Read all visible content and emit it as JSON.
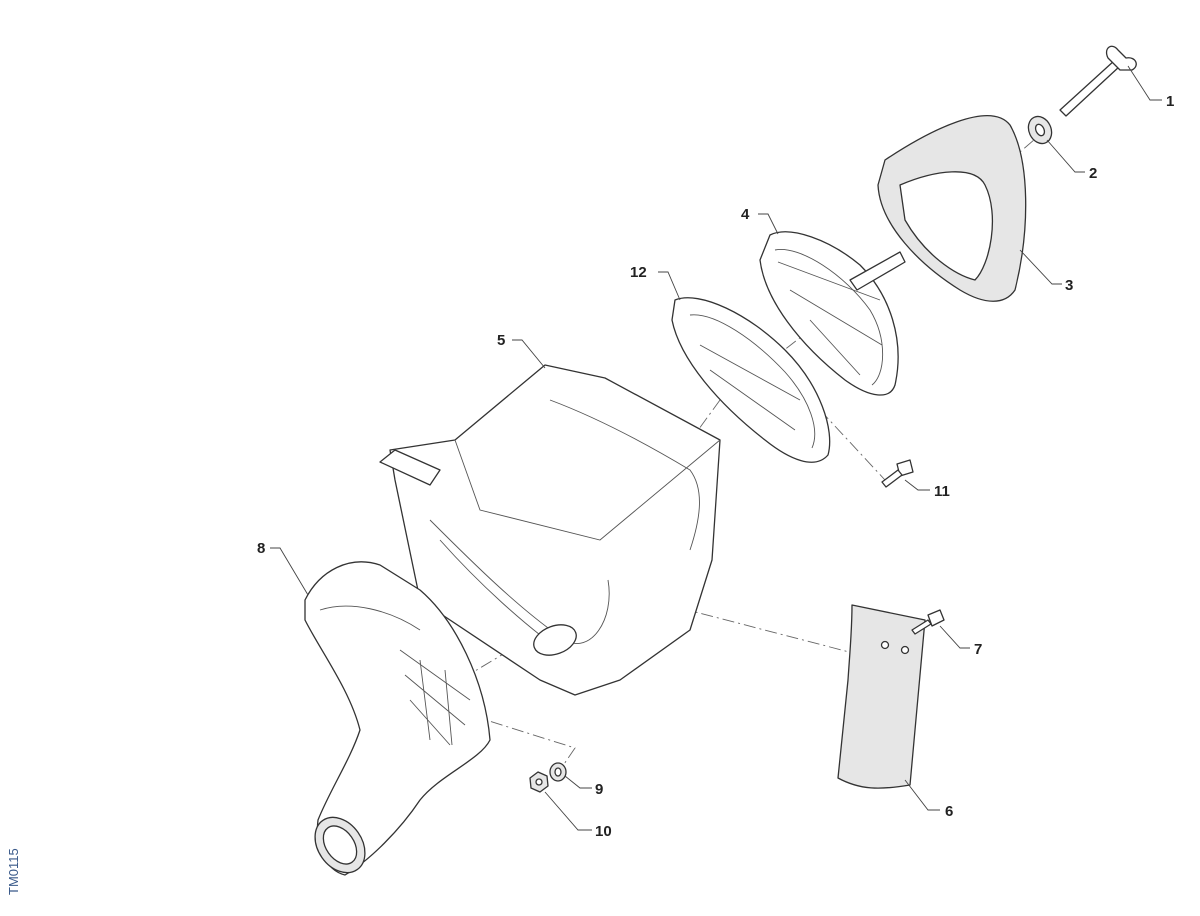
{
  "diagram": {
    "code": "TM0115",
    "callouts": [
      "1",
      "2",
      "3",
      "4",
      "5",
      "6",
      "7",
      "8",
      "9",
      "10",
      "11",
      "12"
    ]
  },
  "colors": {
    "line": "#333333",
    "label": "#222222",
    "code": "#3a5a8a",
    "fill_shaded": "#e6e6e6"
  }
}
